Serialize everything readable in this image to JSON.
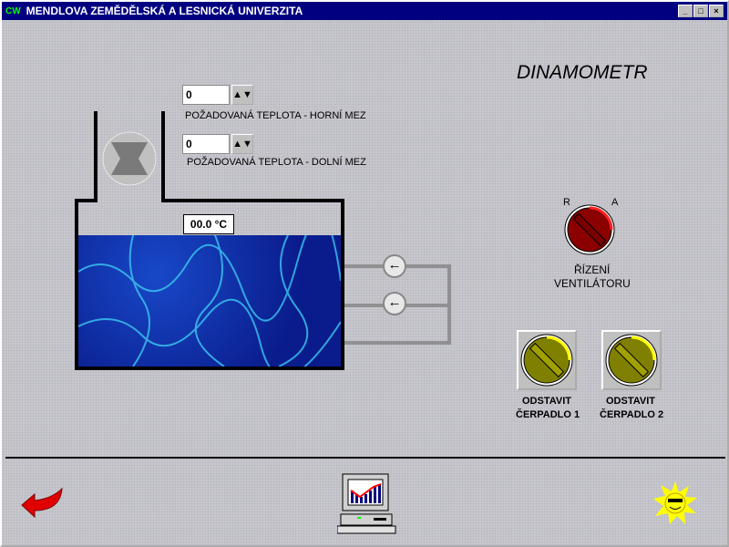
{
  "window": {
    "title": "MENDLOVA ZEMĚDĚLSKÁ A LESNICKÁ UNIVERZITA",
    "logo": "CW",
    "buttons": [
      "_",
      "□",
      "×"
    ]
  },
  "heading": "DINAMOMETR",
  "upper_limit": {
    "value": "0",
    "label": "POŽADOVANÁ TEPLOTA - HORNÍ MEZ",
    "spin": "▲▼"
  },
  "lower_limit": {
    "value": "0",
    "label": "POŽADOVANÁ TEPLOTA - DOLNÍ MEZ",
    "spin": "▲▼"
  },
  "tank": {
    "temperature": "00.0 °C"
  },
  "valves": [
    "←",
    "←"
  ],
  "fan_control": {
    "left": "R",
    "right": "A",
    "label1": "ŘÍZENÍ",
    "label2": "VENTILÁTORU"
  },
  "pump1": {
    "label1": "ODSTAVIT",
    "label2": "ČERPADLO 1"
  },
  "pump2": {
    "label1": "ODSTAVIT",
    "label2": "ČERPADLO 2"
  },
  "colors": {
    "titlebar": "#000080",
    "fan_knob": "#8b0000",
    "pump_knob": "#808000",
    "water": "#0a2ca0"
  }
}
